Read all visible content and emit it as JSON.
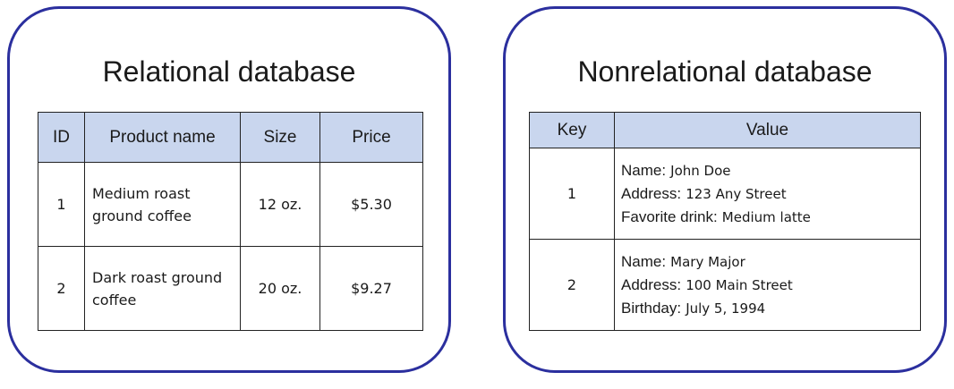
{
  "relational": {
    "title": "Relational database",
    "headers": [
      "ID",
      "Product name",
      "Size",
      "Price"
    ],
    "rows": [
      {
        "id": "1",
        "product_line1": "Medium roast",
        "product_line2": "ground coffee",
        "size": "12 oz.",
        "price": "$5.30"
      },
      {
        "id": "2",
        "product_line1": "Dark roast ground",
        "product_line2": "coffee",
        "size": "20 oz.",
        "price": "$9.27"
      }
    ]
  },
  "nonrelational": {
    "title": "Nonrelational database",
    "headers": [
      "Key",
      "Value"
    ],
    "rows": [
      {
        "key": "1",
        "fields": [
          {
            "label": "Name:",
            "value": "John Doe"
          },
          {
            "label": "Address:",
            "value": "123 Any Street"
          },
          {
            "label": "Favorite drink:",
            "value": "Medium latte"
          }
        ]
      },
      {
        "key": "2",
        "fields": [
          {
            "label": "Name:",
            "value": "Mary Major"
          },
          {
            "label": "Address:",
            "value": "100 Main Street"
          },
          {
            "label": "Birthday:",
            "value": "July 5, 1994"
          }
        ]
      }
    ]
  },
  "colors": {
    "panel_border": "#2b2f9e",
    "header_fill": "#c9d6ee"
  }
}
